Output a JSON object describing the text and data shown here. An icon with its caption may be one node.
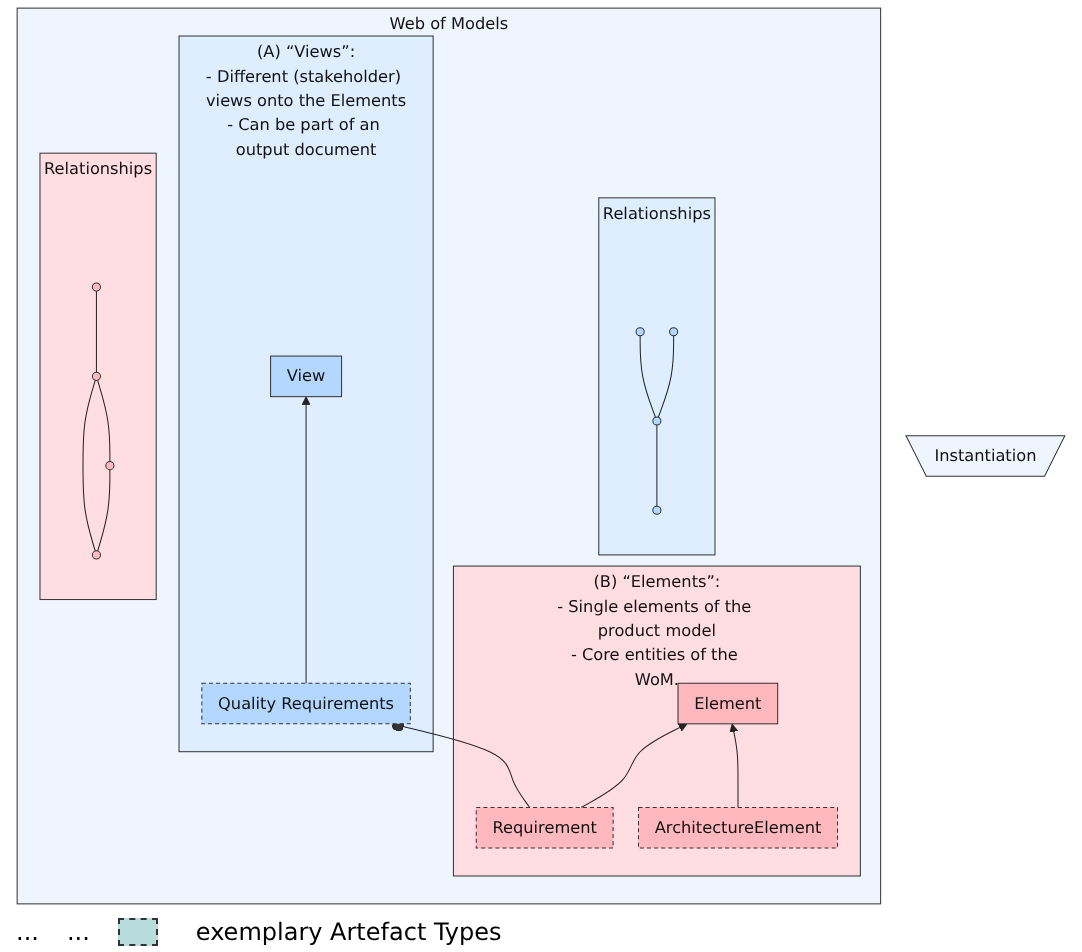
{
  "diagram": {
    "nodes": [
      {
        "text": [
          "Web of Models"
        ]
      },
      {
        "text": [
          "(A) “Views”:",
          "- Different (stakeholder) views onto the Elements",
          "- Can be part of an output document"
        ],
        "in": 0
      },
      {
        "text": [
          "View"
        ],
        "in": 1
      },
      {
        "text": [
          "Quality Requirements"
        ],
        "in": 1
      },
      {
        "text": [
          "Relationships"
        ],
        "in": 0
      },
      {
        "text": [],
        "shape": "circle",
        "in": 4
      },
      {
        "text": [],
        "shape": "circle",
        "in": 4
      },
      {
        "text": [],
        "shape": "circle",
        "in": 4
      },
      {
        "text": [],
        "shape": "circle",
        "in": 4
      },
      {
        "text": [
          "(B) “Elements”:",
          "- Single elements of the product model",
          "- Core entities of the WoM."
        ],
        "in": 0
      },
      {
        "text": [
          "Element"
        ],
        "in": 9
      },
      {
        "text": [
          "Requirement"
        ],
        "in": 9
      },
      {
        "text": [
          "ArchitectureElement"
        ],
        "in": 9
      },
      {
        "text": [
          "Relationships"
        ],
        "in": 0
      },
      {
        "text": [],
        "shape": "circle",
        "in": 13
      },
      {
        "text": [],
        "shape": "circle",
        "in": 13
      },
      {
        "text": [],
        "shape": "circle",
        "in": 13
      },
      {
        "text": [],
        "shape": "circle",
        "in": 13
      },
      {
        "text": [
          "Instantiation"
        ]
      }
    ],
    "edges": [
      {
        "from": 3,
        "to": 2,
        "arrow": "to"
      },
      {
        "from": 11,
        "to": 3,
        "arrow": "other"
      },
      {
        "from": 11,
        "to": 10,
        "arrow": "to"
      },
      {
        "from": 12,
        "to": 10,
        "arrow": "to"
      },
      {
        "from": 5,
        "to": 7,
        "arrow": "none"
      },
      {
        "from": 7,
        "to": 6,
        "arrow": "none"
      },
      {
        "from": 7,
        "to": 8,
        "arrow": "none"
      },
      {
        "from": 14,
        "to": 15,
        "arrow": "none"
      },
      {
        "from": 14,
        "to": 16,
        "arrow": "none"
      },
      {
        "from": 16,
        "to": 15,
        "arrow": "none"
      },
      {
        "from": 15,
        "to": 17,
        "arrow": "none"
      }
    ],
    "labels": [
      "...",
      "..."
    ],
    "legend": [
      {
        "text": "exemplary Artefact Types"
      }
    ]
  }
}
